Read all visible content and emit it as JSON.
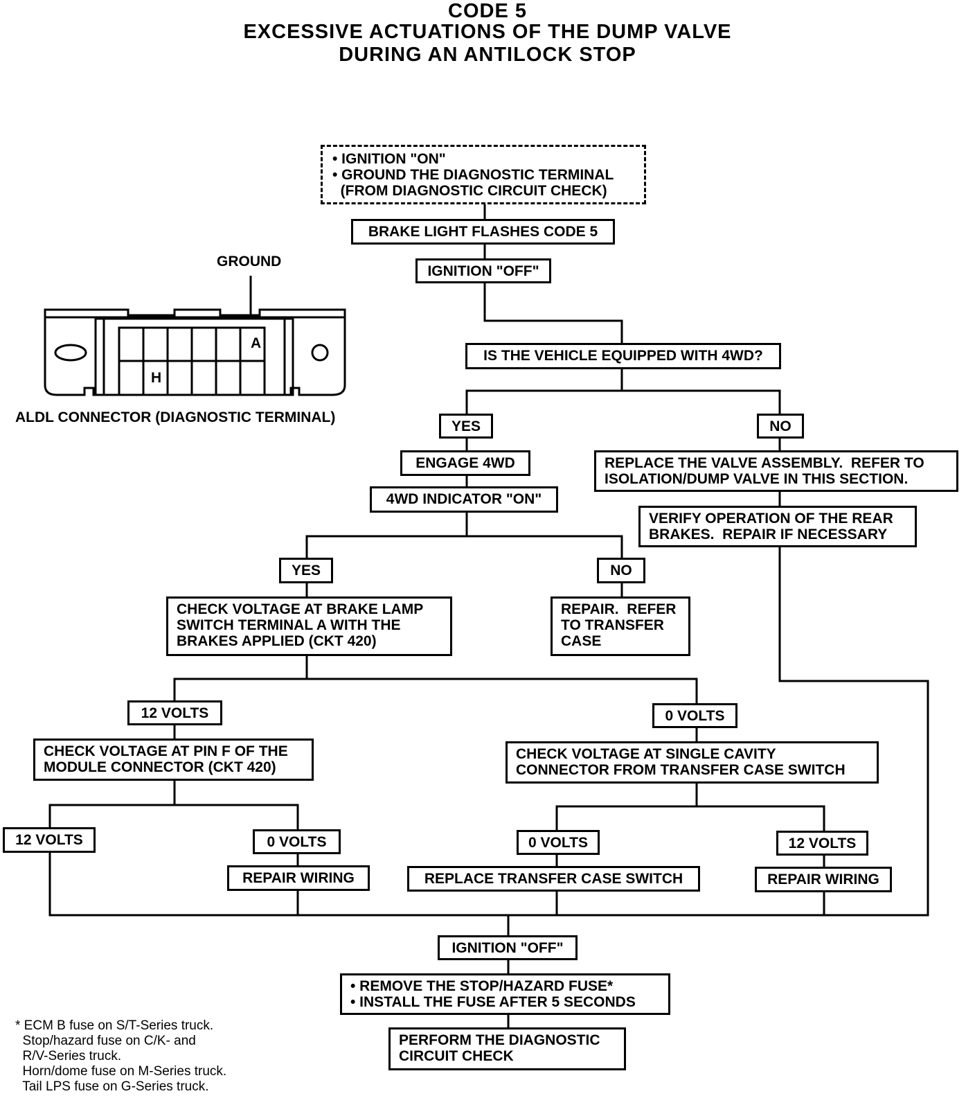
{
  "title": {
    "line1": "CODE 5",
    "line2": "EXCESSIVE ACTUATIONS OF THE DUMP VALVE",
    "line3": "DURING AN ANTILOCK STOP"
  },
  "connector": {
    "ground_label": "GROUND",
    "pin_a": "A",
    "pin_h": "H",
    "caption": "ALDL CONNECTOR (DIAGNOSTIC TERMINAL)"
  },
  "boxes": {
    "start": "• IGNITION \"ON\"\n• GROUND THE DIAGNOSTIC TERMINAL\n  (FROM DIAGNOSTIC CIRCUIT CHECK)",
    "flashes": "BRAKE LIGHT FLASHES CODE 5",
    "ign_off_1": "IGNITION \"OFF\"",
    "q_4wd": "IS THE VEHICLE EQUIPPED WITH 4WD?",
    "yes_1": "YES",
    "no_1": "NO",
    "engage": "ENGAGE 4WD",
    "indicator": "4WD INDICATOR \"ON\"",
    "replace_valve": "REPLACE THE VALVE ASSEMBLY.  REFER TO\nISOLATION/DUMP VALVE IN THIS SECTION.",
    "verify_rear": "VERIFY OPERATION OF THE REAR\nBRAKES.  REPAIR IF NECESSARY",
    "yes_2": "YES",
    "no_2": "NO",
    "check_brake_lamp": "CHECK VOLTAGE AT BRAKE LAMP\nSWITCH TERMINAL A WITH THE\nBRAKES APPLIED (CKT 420)",
    "repair_transfer": "REPAIR.  REFER\nTO TRANSFER\nCASE",
    "v12_a": "12 VOLTS",
    "v0_a": "0 VOLTS",
    "check_pin_f": "CHECK VOLTAGE AT PIN F OF THE\nMODULE CONNECTOR (CKT 420)",
    "check_single_cavity": "CHECK VOLTAGE AT SINGLE CAVITY\nCONNECTOR FROM TRANSFER CASE SWITCH",
    "v12_b": "12 VOLTS",
    "v0_b": "0 VOLTS",
    "repair_wiring_1": "REPAIR WIRING",
    "v0_c": "0 VOLTS",
    "v12_c": "12 VOLTS",
    "replace_switch": "REPLACE TRANSFER CASE SWITCH",
    "repair_wiring_2": "REPAIR WIRING",
    "ign_off_2": "IGNITION \"OFF\"",
    "fuse": "• REMOVE THE STOP/HAZARD FUSE*\n• INSTALL THE FUSE AFTER 5 SECONDS",
    "perform": "PERFORM THE DIAGNOSTIC\nCIRCUIT CHECK"
  },
  "footnote": "* ECM B fuse on S/T-Series truck.\n  Stop/hazard fuse on C/K- and\n  R/V-Series truck.\n  Horn/dome fuse on M-Series truck.\n  Tail LPS fuse on G-Series truck."
}
